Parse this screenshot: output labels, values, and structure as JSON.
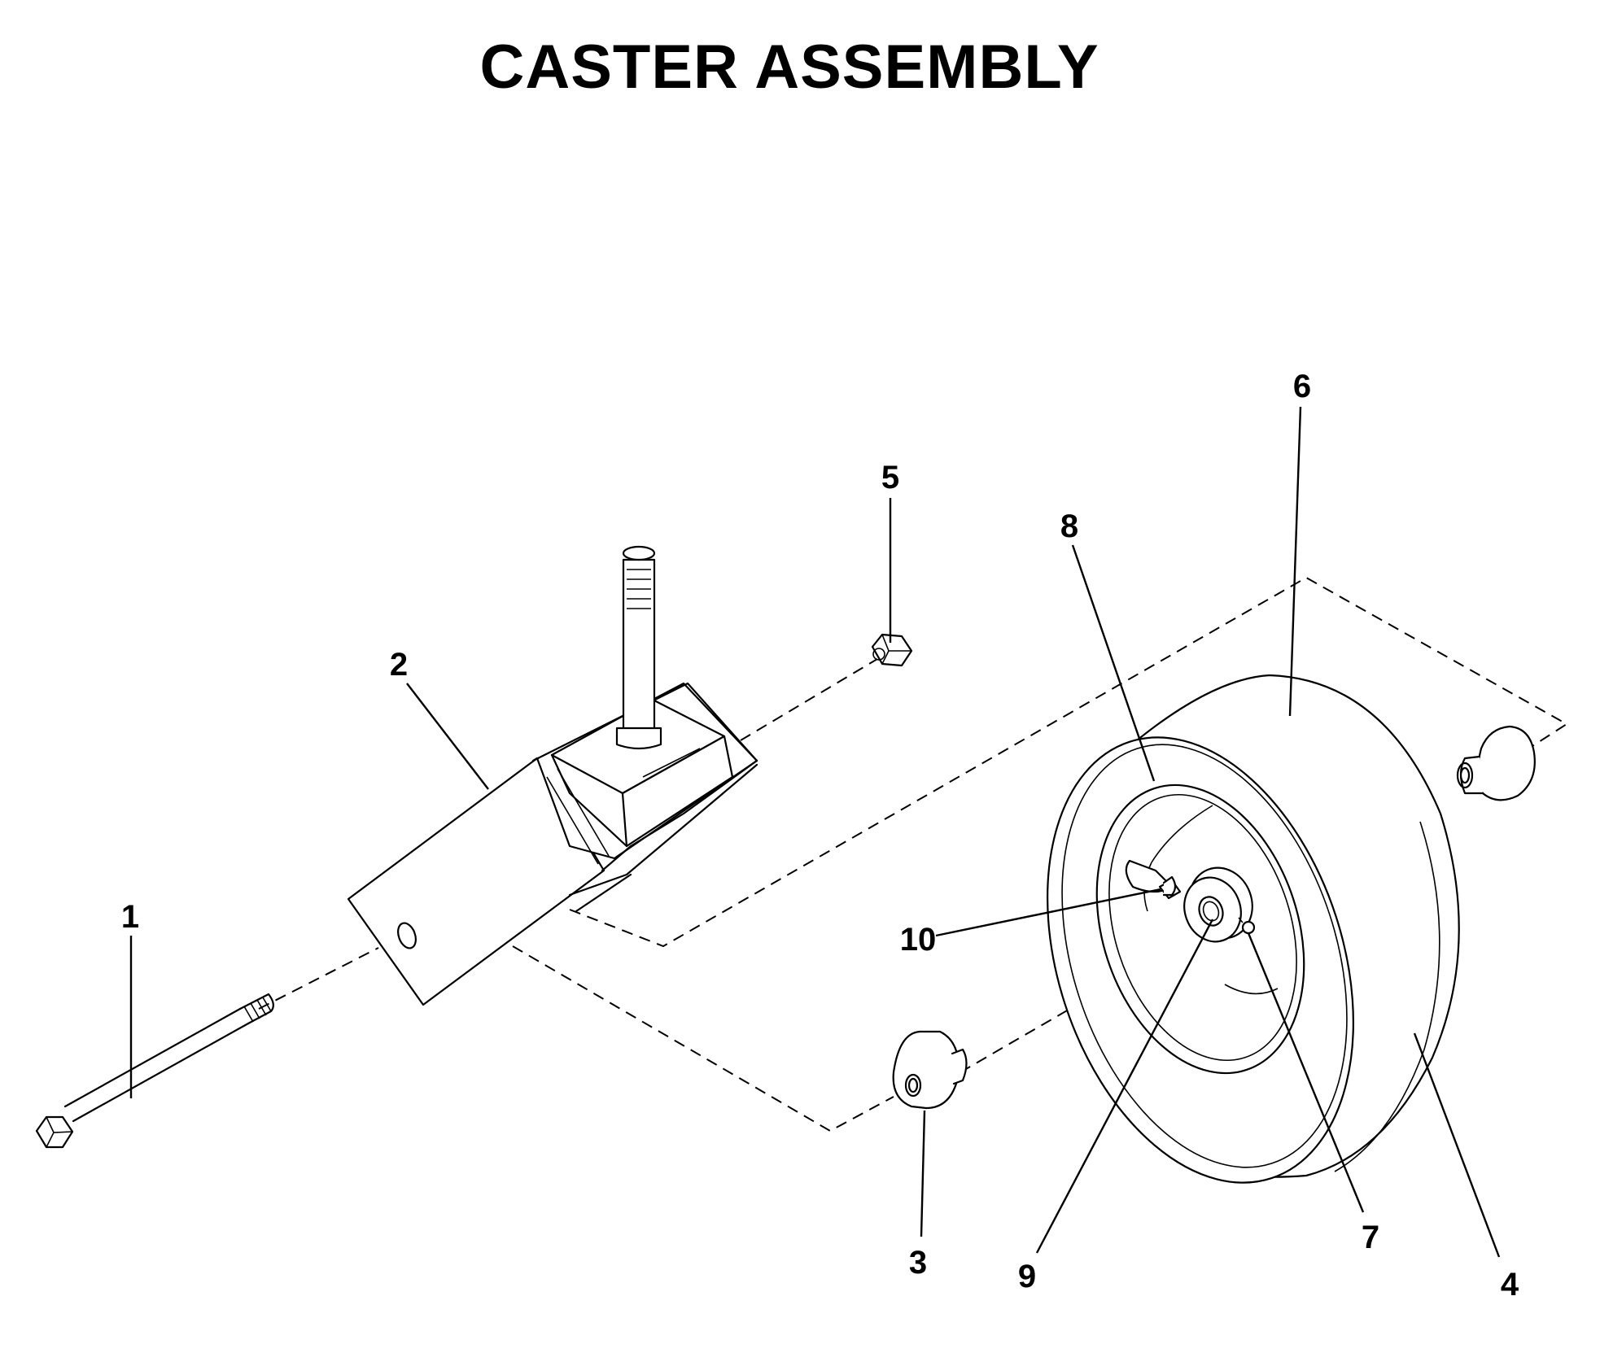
{
  "title": "CASTER ASSEMBLY",
  "callouts": {
    "c1": "1",
    "c2": "2",
    "c3": "3",
    "c4": "4",
    "c5": "5",
    "c6": "6",
    "c7": "7",
    "c8": "8",
    "c9": "9",
    "c10": "10"
  },
  "colors": {
    "line": "#000000",
    "background": "#ffffff"
  }
}
